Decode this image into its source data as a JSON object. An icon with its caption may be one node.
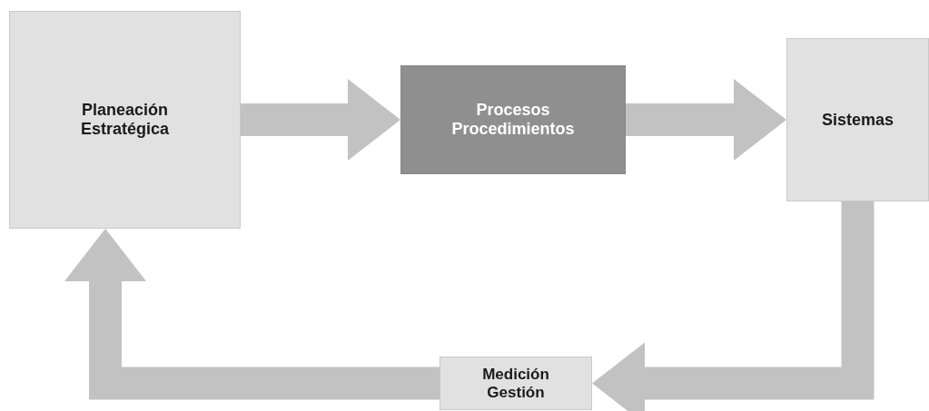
{
  "diagram": {
    "nodes": [
      {
        "text": [
          "Planeación Estratégica"
        ]
      },
      {
        "text": [
          "Procesos Procedimientos"
        ]
      },
      {
        "text": [
          "Sistemas"
        ]
      },
      {
        "text": [
          "Medición Gestión"
        ]
      }
    ],
    "edges": [
      {
        "from": 0,
        "to": 1,
        "arrow": "to"
      },
      {
        "from": 1,
        "to": 2,
        "arrow": "to"
      },
      {
        "from": 2,
        "to": 3,
        "arrow": "to"
      },
      {
        "from": 3,
        "to": 0,
        "arrow": "to"
      }
    ]
  }
}
